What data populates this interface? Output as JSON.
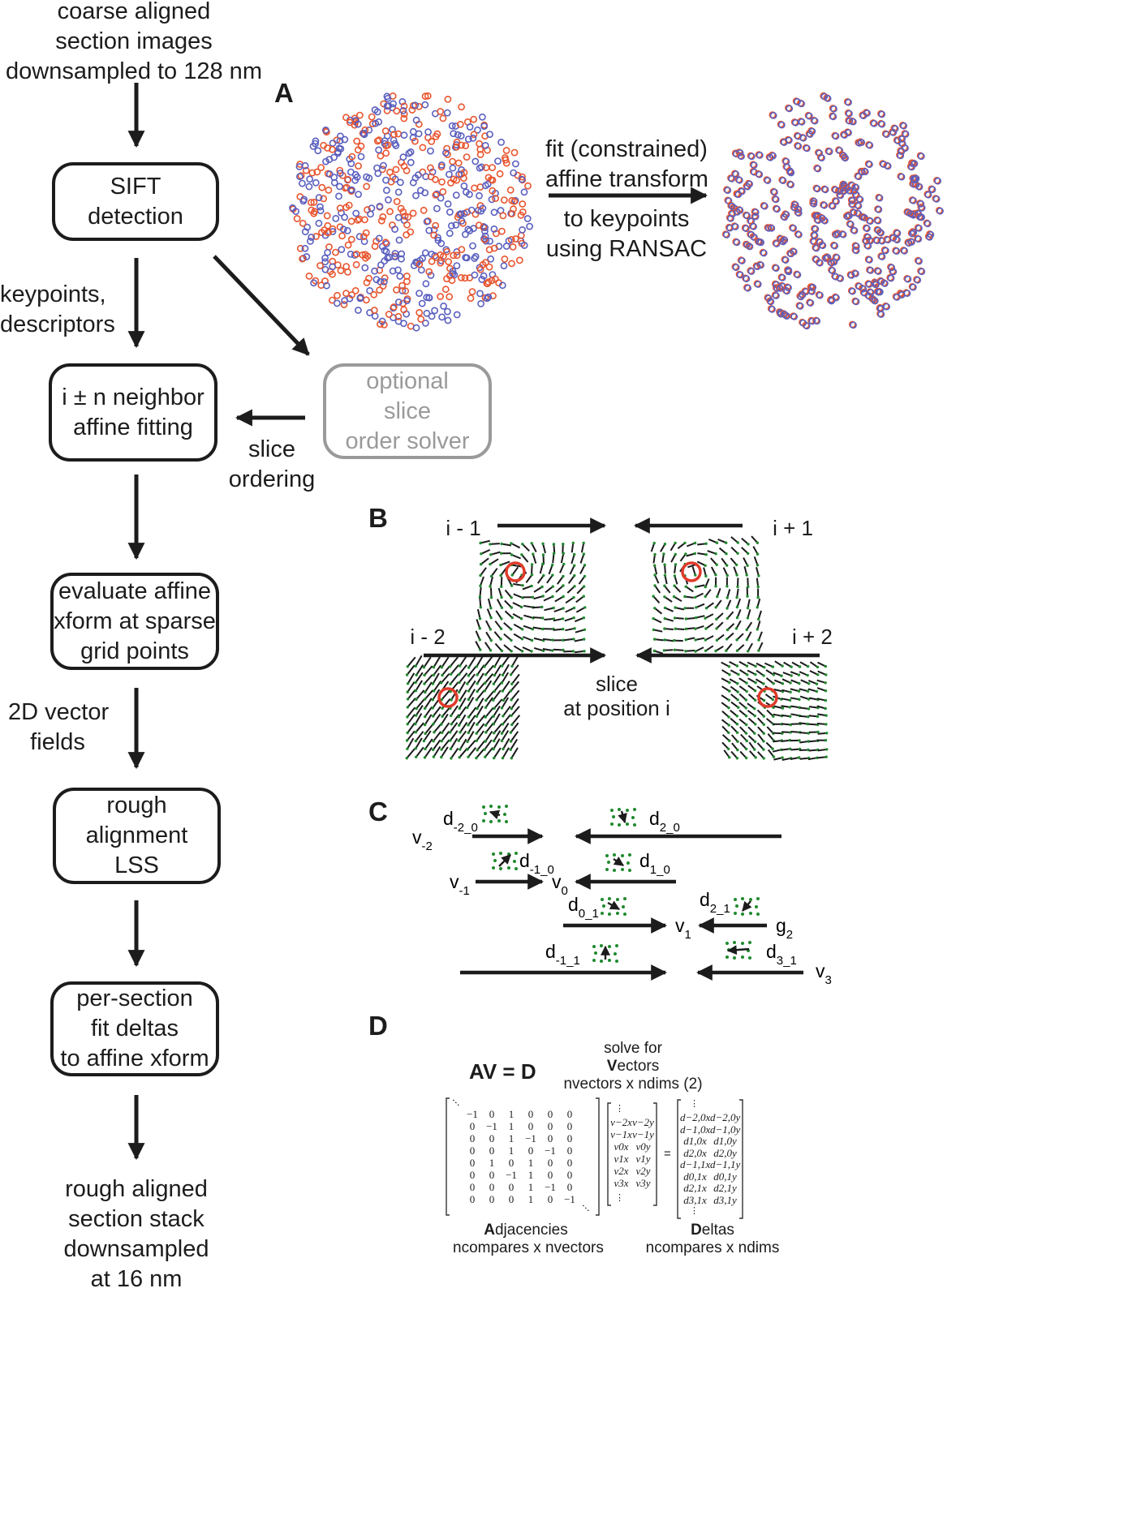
{
  "flow": {
    "top_text": [
      "coarse aligned",
      "section images",
      "downsampled to 128 nm"
    ],
    "sift": [
      "SIFT",
      "detection"
    ],
    "keypoints_label": [
      "keypoints,",
      "descriptors"
    ],
    "neighbor": [
      "i ± n neighbor",
      "affine fitting"
    ],
    "optional_solver": [
      "optional",
      "slice",
      "order solver"
    ],
    "slice_ordering": [
      "slice",
      "ordering"
    ],
    "evaluate": [
      "evaluate affine",
      "xform at sparse",
      "grid points"
    ],
    "vector_fields_label": [
      "2D vector",
      "fields"
    ],
    "rough_lss": [
      "rough alignment",
      "LSS"
    ],
    "per_section": [
      "per-section",
      "fit deltas",
      "to affine xform"
    ],
    "bottom_text": [
      "rough aligned",
      "section stack",
      "downsampled",
      "at 16 nm"
    ]
  },
  "panel_a": {
    "label": "A",
    "arrow_text_top": [
      "fit (constrained)",
      "affine transform"
    ],
    "arrow_text_bottom": [
      "to keypoints",
      "using RANSAC"
    ],
    "colors": {
      "red": "#e8552e",
      "blue": "#5a5fbf"
    }
  },
  "panel_b": {
    "label": "B",
    "labels": {
      "im1": "i - 1",
      "ip1": "i + 1",
      "im2": "i - 2",
      "ip2": "i + 2"
    },
    "center": [
      "slice",
      "at position i"
    ],
    "colors": {
      "vector": "#1a1a1a",
      "dot": "#1f8a2e",
      "circle": "#e03a2a"
    }
  },
  "panel_c": {
    "label": "C",
    "labels": {
      "vm2": "v",
      "vm2_sub": "-2",
      "dm20": "d",
      "dm20_sub": "-2_0",
      "d20": "d",
      "d20_sub": "2_0",
      "dm10": "d",
      "dm10_sub": "-1_0",
      "d10": "d",
      "d10_sub": "1_0",
      "vm1": "v",
      "vm1_sub": "-1",
      "v0": "v",
      "v0_sub": "0",
      "d01": "d",
      "d01_sub": "0_1",
      "d21": "d",
      "d21_sub": "2_1",
      "v1": "v",
      "v1_sub": "1",
      "g2": "g",
      "g2_sub": "2",
      "dm11": "d",
      "dm11_sub": "-1_1",
      "d31": "d",
      "d31_sub": "3_1",
      "v3": "v",
      "v3_sub": "3"
    }
  },
  "panel_d": {
    "label": "D",
    "equation": "AV = D",
    "solve_for": [
      "solve for",
      "ectors",
      "nvectors x ndims (2)"
    ],
    "solve_for_bold": "V",
    "a_rows": [
      [
        "−1",
        "0",
        "1",
        "0",
        "0",
        "0"
      ],
      [
        "0",
        "−1",
        "1",
        "0",
        "0",
        "0"
      ],
      [
        "0",
        "0",
        "1",
        "−1",
        "0",
        "0"
      ],
      [
        "0",
        "0",
        "1",
        "0",
        "−1",
        "0"
      ],
      [
        "0",
        "1",
        "0",
        "1",
        "0",
        "0"
      ],
      [
        "0",
        "0",
        "−1",
        "1",
        "0",
        "0"
      ],
      [
        "0",
        "0",
        "0",
        "1",
        "−1",
        "0"
      ],
      [
        "0",
        "0",
        "0",
        "1",
        "0",
        "−1"
      ]
    ],
    "v_rows": [
      [
        "v−2x",
        "v−2y"
      ],
      [
        "v−1x",
        "v−1y"
      ],
      [
        "v0x",
        "v0y"
      ],
      [
        "v1x",
        "v1y"
      ],
      [
        "v2x",
        "v2y"
      ],
      [
        "v3x",
        "v3y"
      ]
    ],
    "d_rows": [
      [
        "d−2,0x",
        "d−2,0y"
      ],
      [
        "d−1,0x",
        "d−1,0y"
      ],
      [
        "d1,0x",
        "d1,0y"
      ],
      [
        "d2,0x",
        "d2,0y"
      ],
      [
        "d−1,1x",
        "d−1,1y"
      ],
      [
        "d0,1x",
        "d0,1y"
      ],
      [
        "d2,1x",
        "d2,1y"
      ],
      [
        "d3,1x",
        "d3,1y"
      ]
    ],
    "equals": "=",
    "dots": "⋮",
    "adj_bold": "A",
    "adj_rest": "djacencies",
    "adj_dims": "ncompares x nvectors",
    "del_bold": "D",
    "del_rest": "eltas",
    "del_dims": "ncompares x ndims"
  }
}
